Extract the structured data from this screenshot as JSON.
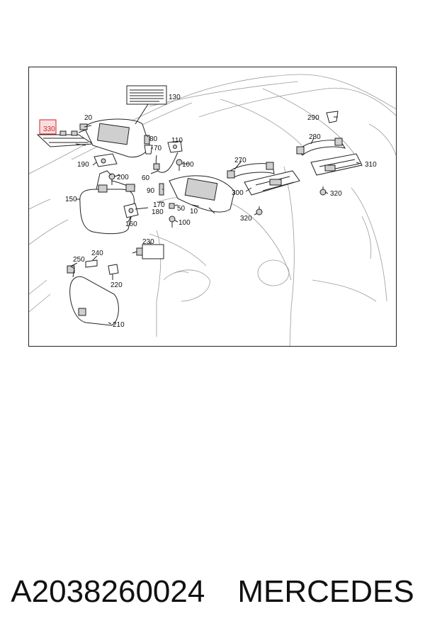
{
  "diagram": {
    "highlight_color": "#d4232a",
    "callouts": [
      "330",
      "20",
      "130",
      "190",
      "200",
      "80",
      "70",
      "110",
      "60",
      "100",
      "270",
      "290",
      "280",
      "310",
      "150",
      "90",
      "170",
      "180",
      "50",
      "10",
      "300",
      "320",
      "320",
      "160",
      "100",
      "230",
      "250",
      "240",
      "220",
      "210"
    ]
  },
  "caption": {
    "part_number": "A2038260024",
    "brand": "MERCEDES"
  }
}
